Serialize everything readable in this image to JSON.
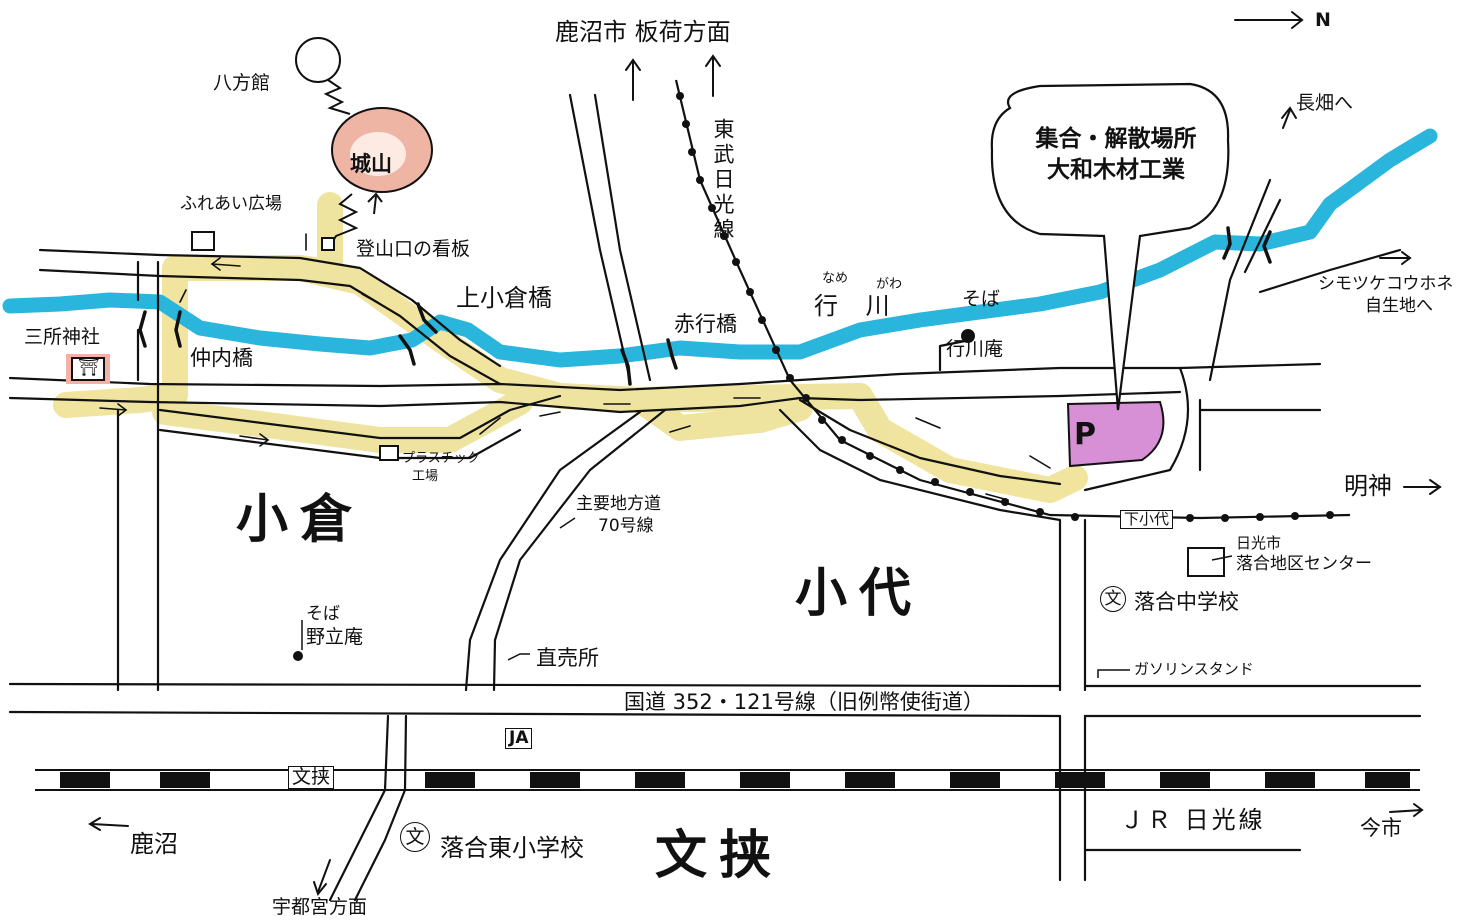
{
  "map": {
    "directions": {
      "north": "N",
      "kanuma_itaga": "鹿沼市 板荷方面",
      "nagahata": "長畑へ",
      "shimotsuke": "シモツケコウホネ",
      "shimotsuke2": "自生地へ",
      "myojin": "明神",
      "kanuma": "鹿沼",
      "imaichi": "今市",
      "utsunomiya": "宇都宮方面"
    },
    "areas": {
      "ogura": "小倉",
      "koshiro": "小代",
      "fubasami": "文挟"
    },
    "landmarks": {
      "happokan": "八方館",
      "shiroyama": "城山",
      "fureai": "ふれあい広場",
      "tozanguchi": "登山口の看板",
      "sansho": "三所神社",
      "shrine_mark": "⛩",
      "nakauchi_bridge": "仲内橋",
      "kamiogura_bridge": "上小倉橋",
      "akayuki_bridge": "赤行橋",
      "river_name": "行 川",
      "river_ruby1": "なめ",
      "river_ruby2": "がわ",
      "soba_label": "そば",
      "namegawa_an": "行川庵",
      "plastic1": "プラスチック",
      "plastic2": "工場",
      "route70_1": "主要地方道",
      "route70_2": "70号線",
      "soba2": "そば",
      "nodachian": "野立庵",
      "chokubai": "直売所",
      "national_road": "国道 352・121号線（旧例幣使街道）",
      "ja": "JA",
      "fubasami_station": "文挟",
      "gas_station": "ガソリンスタンド",
      "shimokoshiro": "下小代",
      "center1": "日光市",
      "center2": "落合地区センター",
      "school_mark": "文",
      "ochiai_jhs": "落合中学校",
      "ochiai_east_es": "落合東小学校",
      "jr_line": "ＪＲ 日光線",
      "tobu_line": "東武日光線",
      "parking": "P"
    },
    "callout": {
      "line1": "集合・解散場所",
      "line2": "大和木材工業"
    },
    "colors": {
      "river": "#29b5dc",
      "route": "#efe39a",
      "parking": "#d78fd5",
      "mountain": "#eeb4a4",
      "shrine": "#f2b3a6",
      "ink": "#111111"
    }
  }
}
